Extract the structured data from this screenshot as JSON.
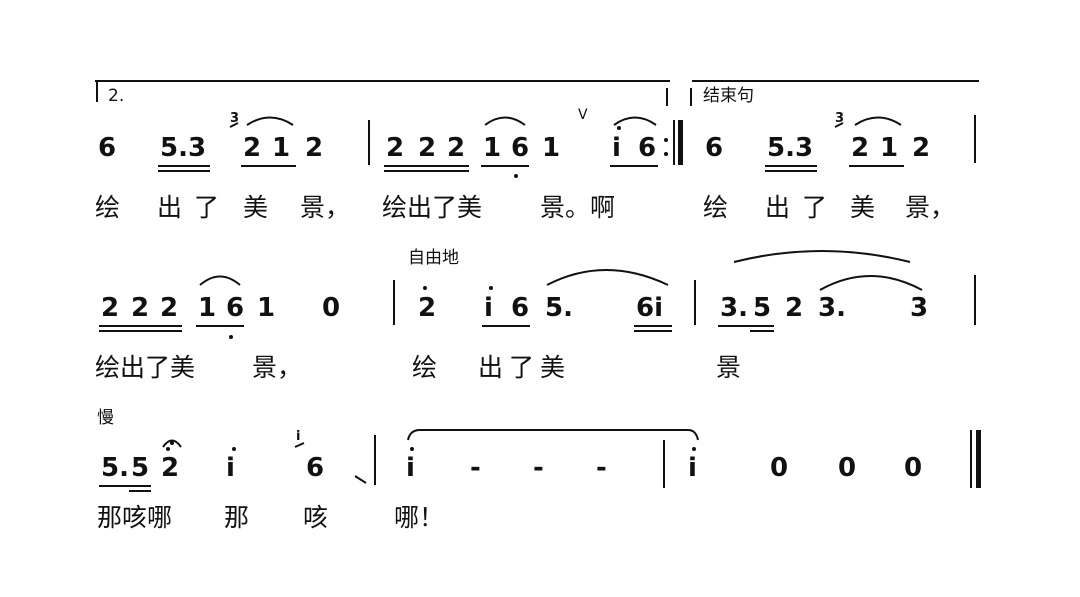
{
  "labels": {
    "volta2": "2.",
    "coda": "结束句",
    "ziyou": "自由地",
    "man": "慢",
    "grace_a": "3",
    "grace_b": "i"
  },
  "row1": {
    "notes": [
      "6",
      "5.3",
      "2",
      "1",
      "2",
      "2",
      "2",
      "2",
      "1",
      "6",
      "1",
      "i",
      "6",
      "6",
      "5.3",
      "2",
      "1",
      "2"
    ],
    "lyrics": [
      "绘",
      "出了",
      "美",
      "景，",
      "绘出了美",
      "景。啊",
      "绘",
      "出了",
      "美",
      "景，"
    ],
    "breath": "V"
  },
  "row2": {
    "notes": [
      "2",
      "2",
      "2",
      "1",
      "6",
      "1",
      "0",
      "2",
      "i",
      "6",
      "5.",
      "6i",
      "3.",
      "5",
      "2",
      "3.",
      "3"
    ],
    "lyrics": [
      "绘出了美",
      "景，",
      "绘",
      "出了美",
      "景"
    ]
  },
  "row3": {
    "notes": [
      "5.",
      "5",
      "2",
      "i",
      "6",
      "i",
      "-",
      "-",
      "-",
      "i",
      "0",
      "0",
      "0"
    ],
    "lyrics": [
      "那咳哪",
      "那",
      "咳",
      "哪！"
    ]
  }
}
